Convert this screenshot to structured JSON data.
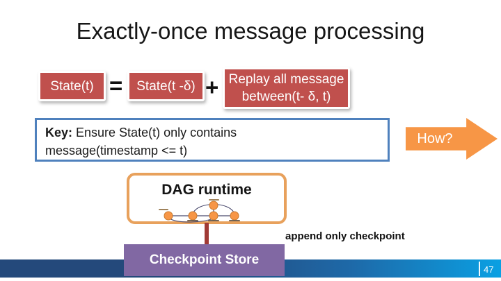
{
  "slide": {
    "title": "Exactly-once message processing",
    "page_number": "47"
  },
  "equation": {
    "state_t": "State(t)",
    "equals": "=",
    "state_t_delta": "State(t -δ)",
    "plus": "+",
    "replay_line1": "Replay all message",
    "replay_line2": "between(t- δ, t)"
  },
  "key_box": {
    "label": "Key:",
    "line1_rest": " Ensure State(t) only contains",
    "line2": "message(timestamp <= t)"
  },
  "how_arrow": {
    "label": "How?"
  },
  "dag_box": {
    "title": "DAG runtime"
  },
  "checkpoint": {
    "annotation": "append only checkpoint",
    "store_label": "Checkpoint Store"
  },
  "icons": {
    "dag_diagram": "dag-mini-graph",
    "how_arrow_shape": "right-arrow"
  },
  "colors": {
    "red_box": "#C0504D",
    "key_border": "#4F81BD",
    "arrow_orange": "#F79646",
    "dag_border": "#E8A15C",
    "connector_red": "#A03A36",
    "purple_box": "#8168A3",
    "band_left": "#24497B",
    "band_mid": "#1E69A8",
    "band_right": "#0AA0E3",
    "node_fill": "#F79646",
    "node_stroke": "#C87A2E",
    "edge_color": "#4A4A6E"
  }
}
